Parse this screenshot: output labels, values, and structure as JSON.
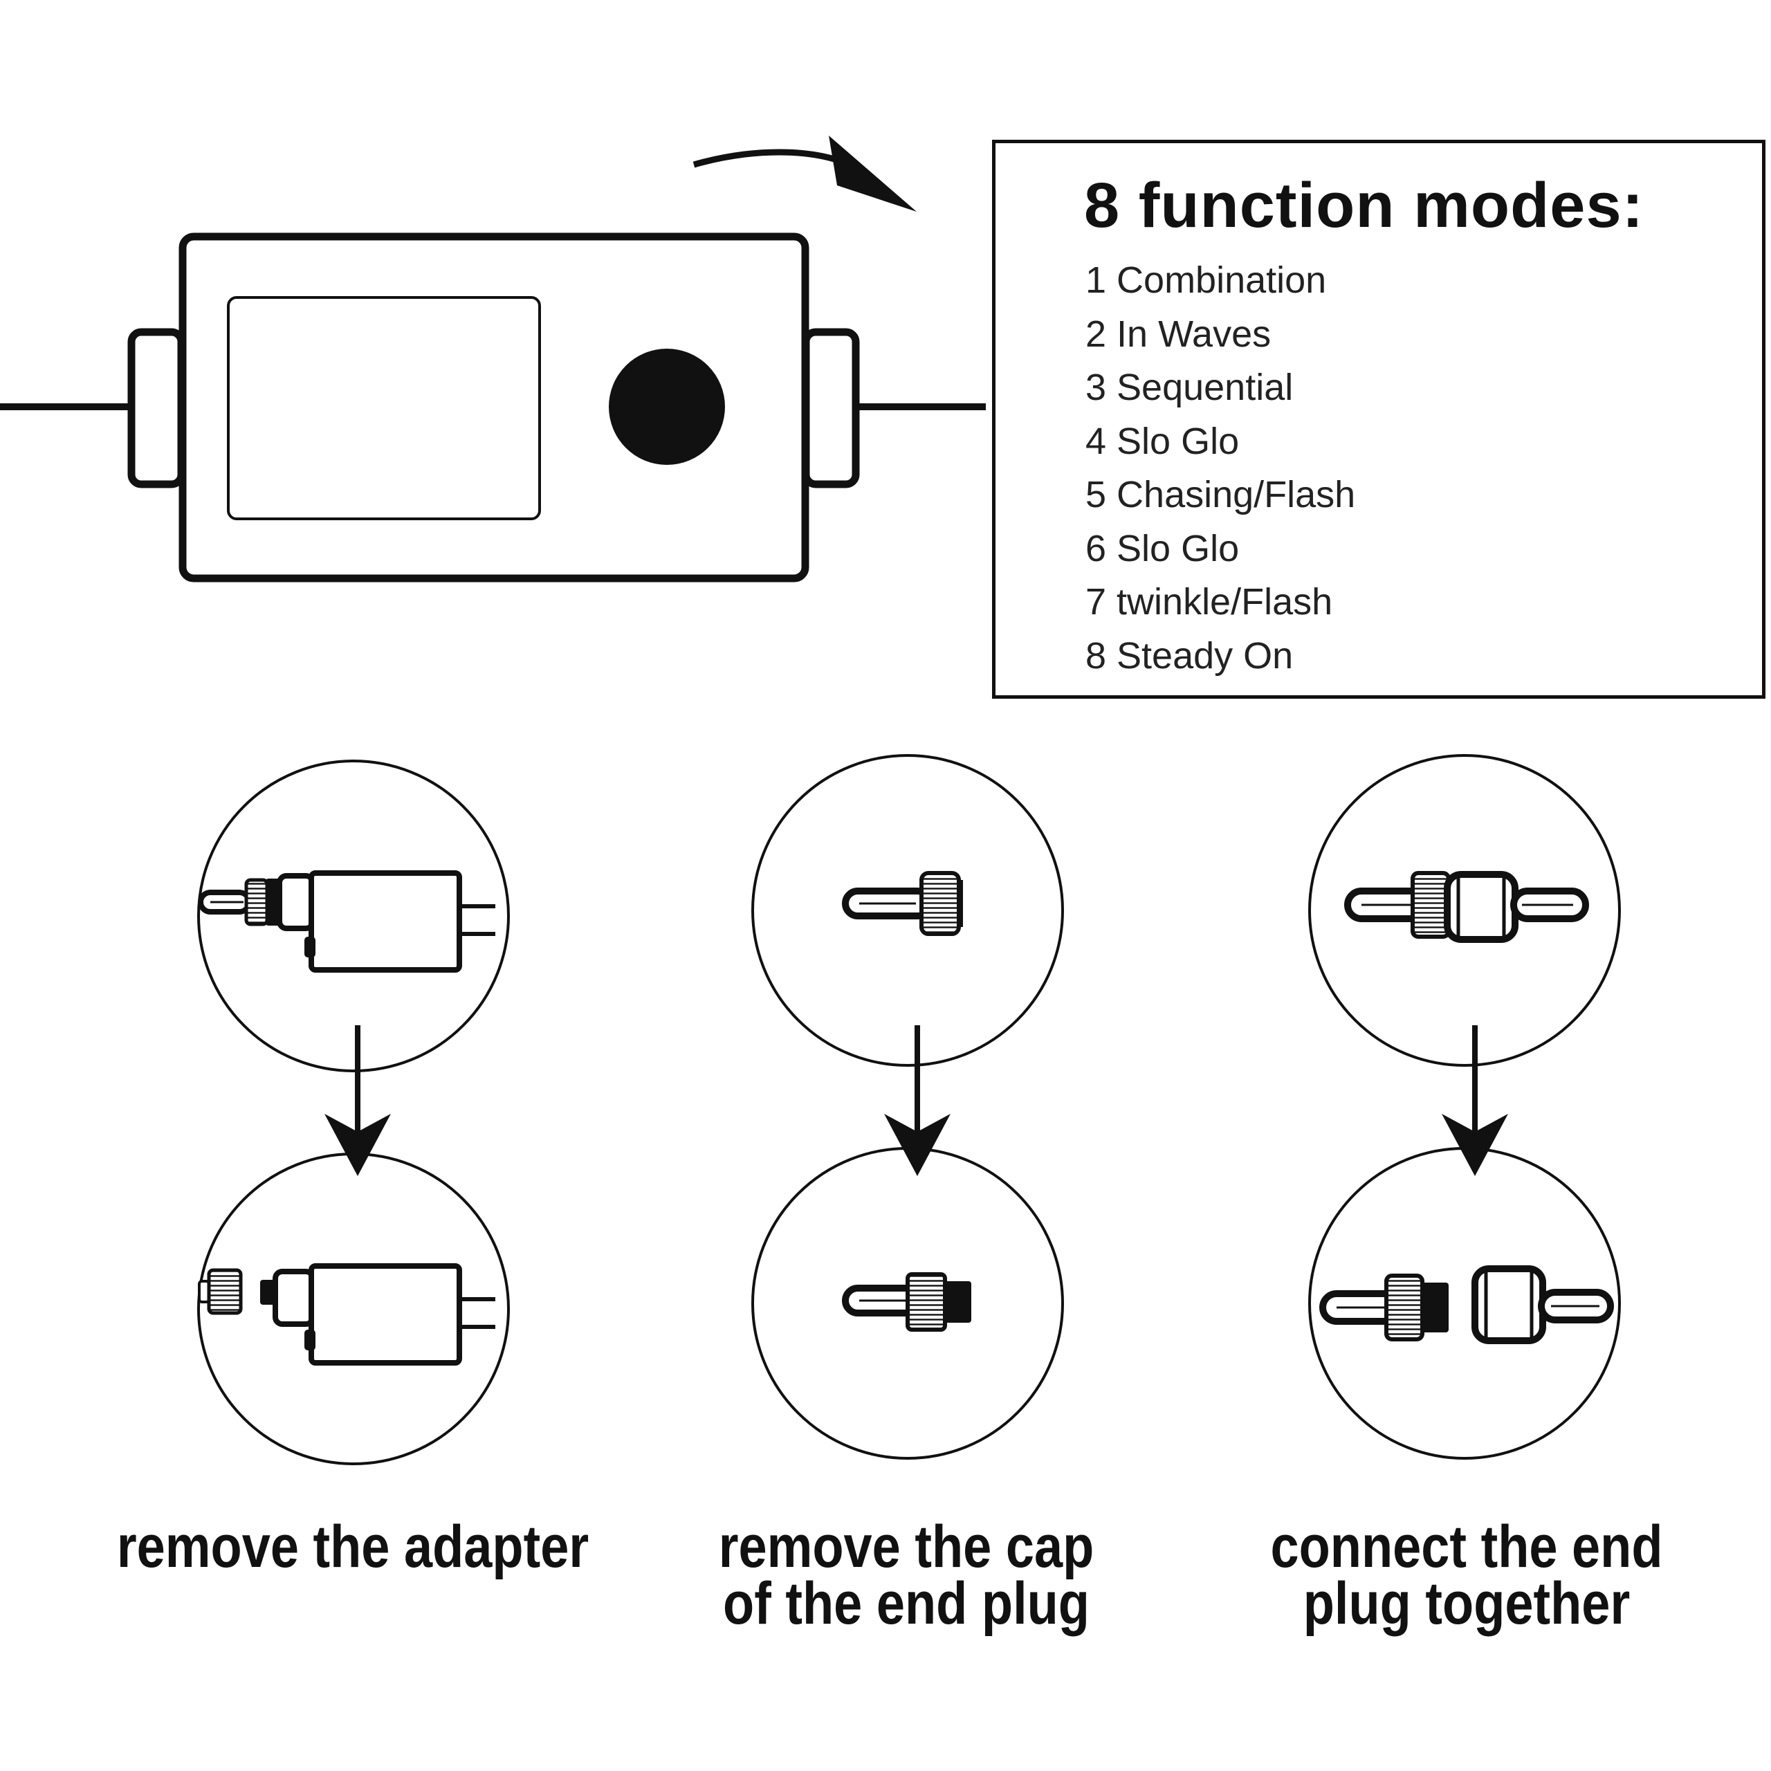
{
  "modes": {
    "title": "8 function modes:",
    "items": [
      "1 Combination",
      "2 In Waves",
      "3 Sequential",
      "4 Slo Glo",
      "5 Chasing/Flash",
      "6 Slo Glo",
      "7 twinkle/Flash",
      "8 Steady On"
    ]
  },
  "steps": [
    {
      "caption_lines": [
        "remove the adapter"
      ]
    },
    {
      "caption_lines": [
        "remove the cap",
        "of the end plug"
      ]
    },
    {
      "caption_lines": [
        "connect the end",
        "plug together"
      ]
    }
  ]
}
